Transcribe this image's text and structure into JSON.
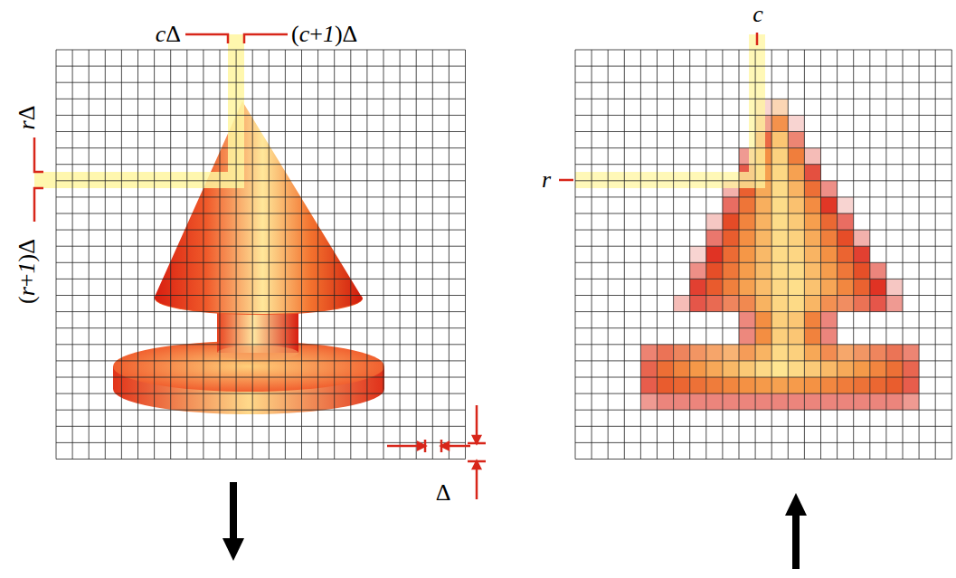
{
  "diagram": {
    "labels": [
      "cΔ",
      "(c+1)Δ",
      "rΔ",
      "(r+1)Δ",
      "Δ",
      "c",
      "r"
    ]
  }
}
